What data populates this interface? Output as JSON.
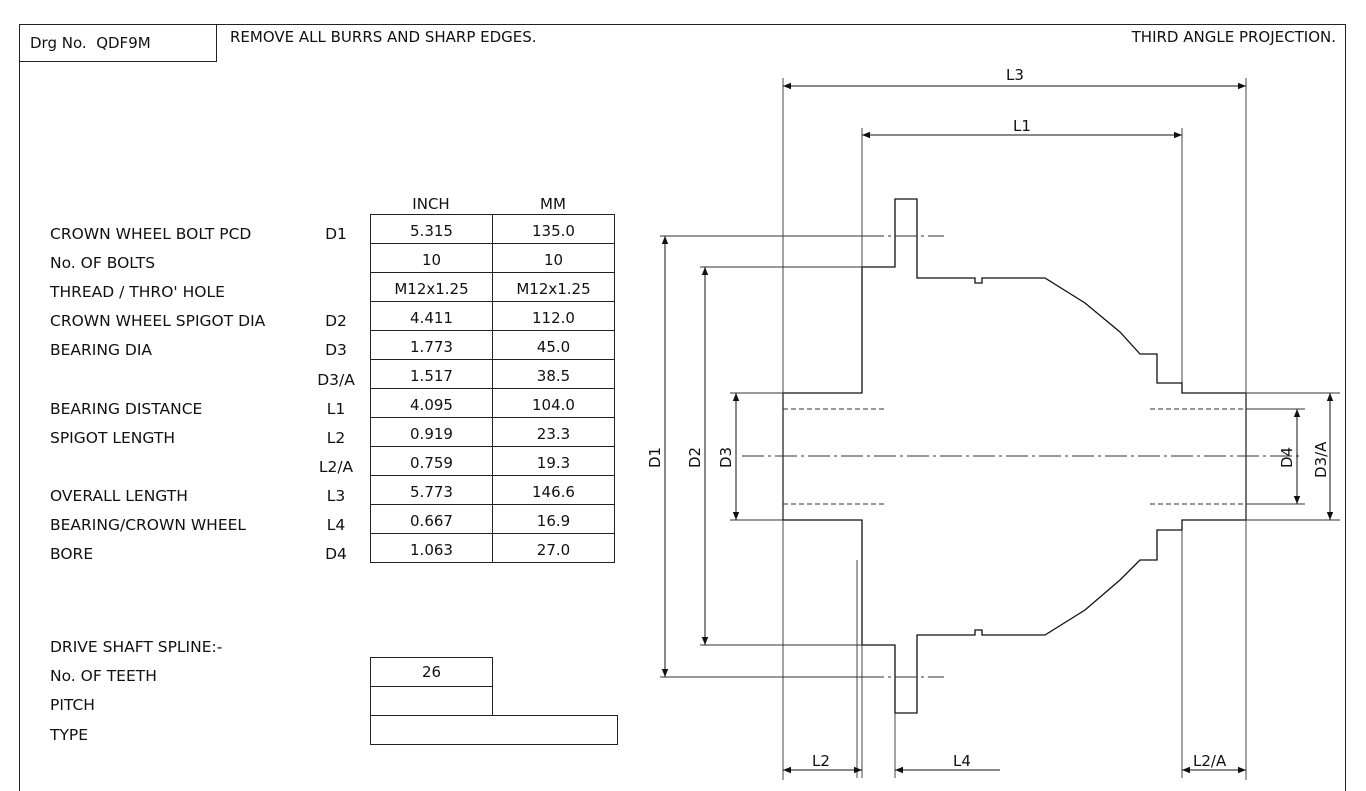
{
  "header": {
    "drg_no_label": "Drg No.",
    "drg_no_value": "QDF9M",
    "note": "REMOVE ALL BURRS AND SHARP EDGES.",
    "projection": "THIRD ANGLE PROJECTION."
  },
  "spec_table": {
    "columns": [
      "INCH",
      "MM"
    ],
    "rows": [
      {
        "label": "CROWN WHEEL BOLT PCD",
        "symbol": "D1",
        "inch": "5.315",
        "mm": "135.0"
      },
      {
        "label": "No. OF BOLTS",
        "symbol": "",
        "inch": "10",
        "mm": "10"
      },
      {
        "label": "THREAD / THRO' HOLE",
        "symbol": "",
        "inch": "M12x1.25",
        "mm": "M12x1.25"
      },
      {
        "label": "CROWN WHEEL SPIGOT DIA",
        "symbol": "D2",
        "inch": "4.411",
        "mm": "112.0"
      },
      {
        "label": "BEARING DIA",
        "symbol": "D3",
        "inch": "1.773",
        "mm": "45.0"
      },
      {
        "label": "",
        "symbol": "D3/A",
        "inch": "1.517",
        "mm": "38.5"
      },
      {
        "label": "BEARING DISTANCE",
        "symbol": "L1",
        "inch": "4.095",
        "mm": "104.0"
      },
      {
        "label": "SPIGOT LENGTH",
        "symbol": "L2",
        "inch": "0.919",
        "mm": "23.3"
      },
      {
        "label": "",
        "symbol": "L2/A",
        "inch": "0.759",
        "mm": "19.3"
      },
      {
        "label": "OVERALL LENGTH",
        "symbol": "L3",
        "inch": "5.773",
        "mm": "146.6"
      },
      {
        "label": "BEARING/CROWN WHEEL",
        "symbol": "L4",
        "inch": "0.667",
        "mm": "16.9"
      },
      {
        "label": "BORE",
        "symbol": "D4",
        "inch": "1.063",
        "mm": "27.0"
      }
    ]
  },
  "spline": {
    "heading": "DRIVE SHAFT SPLINE:-",
    "teeth_label": "No. OF TEETH",
    "teeth_value": "26",
    "pitch_label": "PITCH",
    "pitch_value": "",
    "type_label": "TYPE",
    "type_value": ""
  },
  "dimensions": {
    "L1": "L1",
    "L2": "L2",
    "L2A": "L2/A",
    "L3": "L3",
    "L4": "L4",
    "D1": "D1",
    "D2": "D2",
    "D3": "D3",
    "D3A": "D3/A",
    "D4": "D4"
  }
}
